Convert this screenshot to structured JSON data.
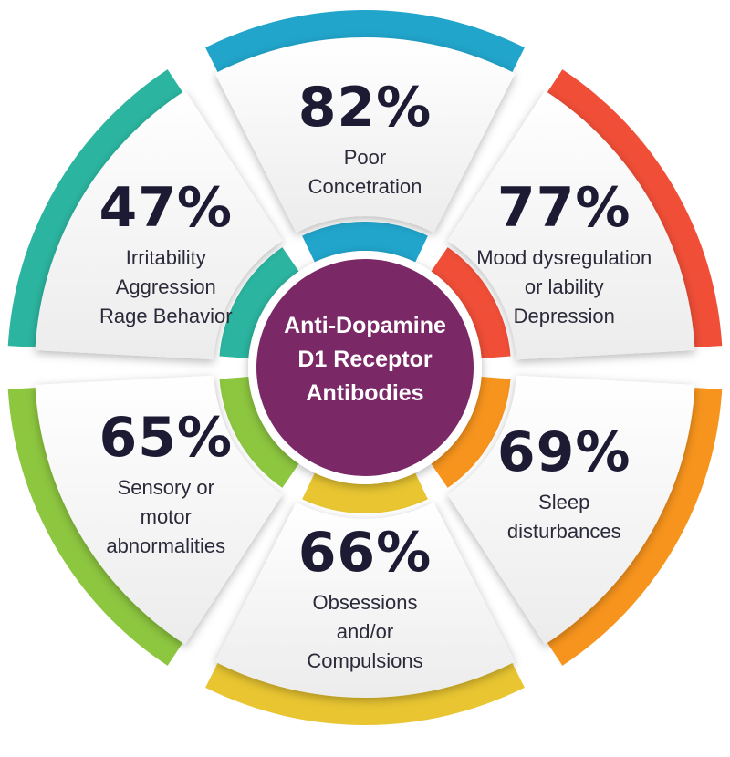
{
  "center": {
    "lines": [
      "Anti-Dopamine",
      "D1 Receptor",
      "Antibodies"
    ],
    "color": "#7b2866"
  },
  "segments": [
    {
      "id": "top",
      "angle": 0,
      "percent": "82%",
      "value": 82,
      "color": "#21a5cb",
      "lines": [
        "Poor",
        "Concetration"
      ]
    },
    {
      "id": "top-right",
      "angle": 60,
      "percent": "77%",
      "value": 77,
      "color": "#f04e37",
      "lines": [
        "Mood dysregulation",
        "or lability",
        "Depression"
      ]
    },
    {
      "id": "bottom-right",
      "angle": 120,
      "percent": "69%",
      "value": 69,
      "color": "#f7941d",
      "lines": [
        "Sleep",
        "disturbances"
      ]
    },
    {
      "id": "bottom",
      "angle": 180,
      "percent": "66%",
      "value": 66,
      "color": "#e8c531",
      "lines": [
        "Obsessions",
        "and/or",
        "Compulsions"
      ]
    },
    {
      "id": "bottom-left",
      "angle": 240,
      "percent": "65%",
      "value": 65,
      "color": "#8dc63f",
      "lines": [
        "Sensory or",
        "motor",
        "abnormalities"
      ]
    },
    {
      "id": "top-left",
      "angle": 300,
      "percent": "47%",
      "value": 47,
      "color": "#2bb5a0",
      "lines": [
        "Irritability",
        "Aggression",
        "Rage Behavior"
      ]
    }
  ]
}
